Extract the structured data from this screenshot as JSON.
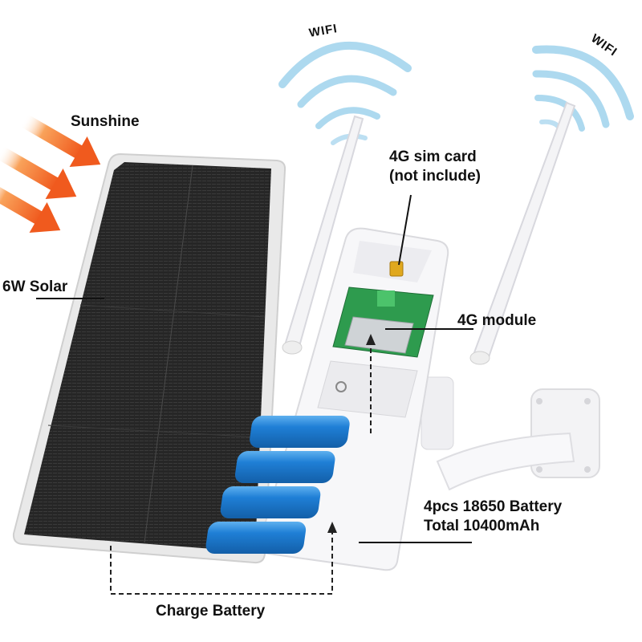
{
  "diagram": {
    "title": "Solar powered 4G camera components",
    "labels": {
      "sunshine": "Sunshine",
      "solar_panel": "6W Solar",
      "wifi_left": "WIFI",
      "wifi_right": "WIFI",
      "sim_card_line1": "4G sim card",
      "sim_card_line2": "(not include)",
      "module": "4G module",
      "battery_line1": "4pcs 18650 Battery",
      "battery_line2": "Total 10400mAh",
      "charge": "Charge Battery"
    },
    "components": [
      {
        "id": "sun-arrows",
        "type": "icon",
        "count": 3,
        "color": "#f26a2a"
      },
      {
        "id": "solar-panel",
        "type": "device",
        "power": "6W",
        "color": "#2b2b2b"
      },
      {
        "id": "antenna-left",
        "type": "antenna",
        "signal": "WIFI"
      },
      {
        "id": "antenna-right",
        "type": "antenna",
        "signal": "WIFI"
      },
      {
        "id": "sim-card",
        "type": "part",
        "note": "not include"
      },
      {
        "id": "4g-module",
        "type": "part"
      },
      {
        "id": "batteries",
        "type": "part",
        "count": 4,
        "model": "18650",
        "capacity": "10400mAh",
        "color": "#1f7fd6"
      },
      {
        "id": "wall-mount",
        "type": "bracket"
      }
    ],
    "connections": [
      {
        "from": "solar-panel",
        "to": "batteries",
        "label": "Charge Battery",
        "style": "dashed"
      },
      {
        "from": "batteries",
        "to": "4g-module",
        "style": "dashed"
      }
    ],
    "colors": {
      "arrow": "#f26a2a",
      "wifi": "#8fcbe8",
      "battery": "#1f7fd6",
      "pcb": "#2e9b4e",
      "sim": "#e0a81e"
    }
  }
}
